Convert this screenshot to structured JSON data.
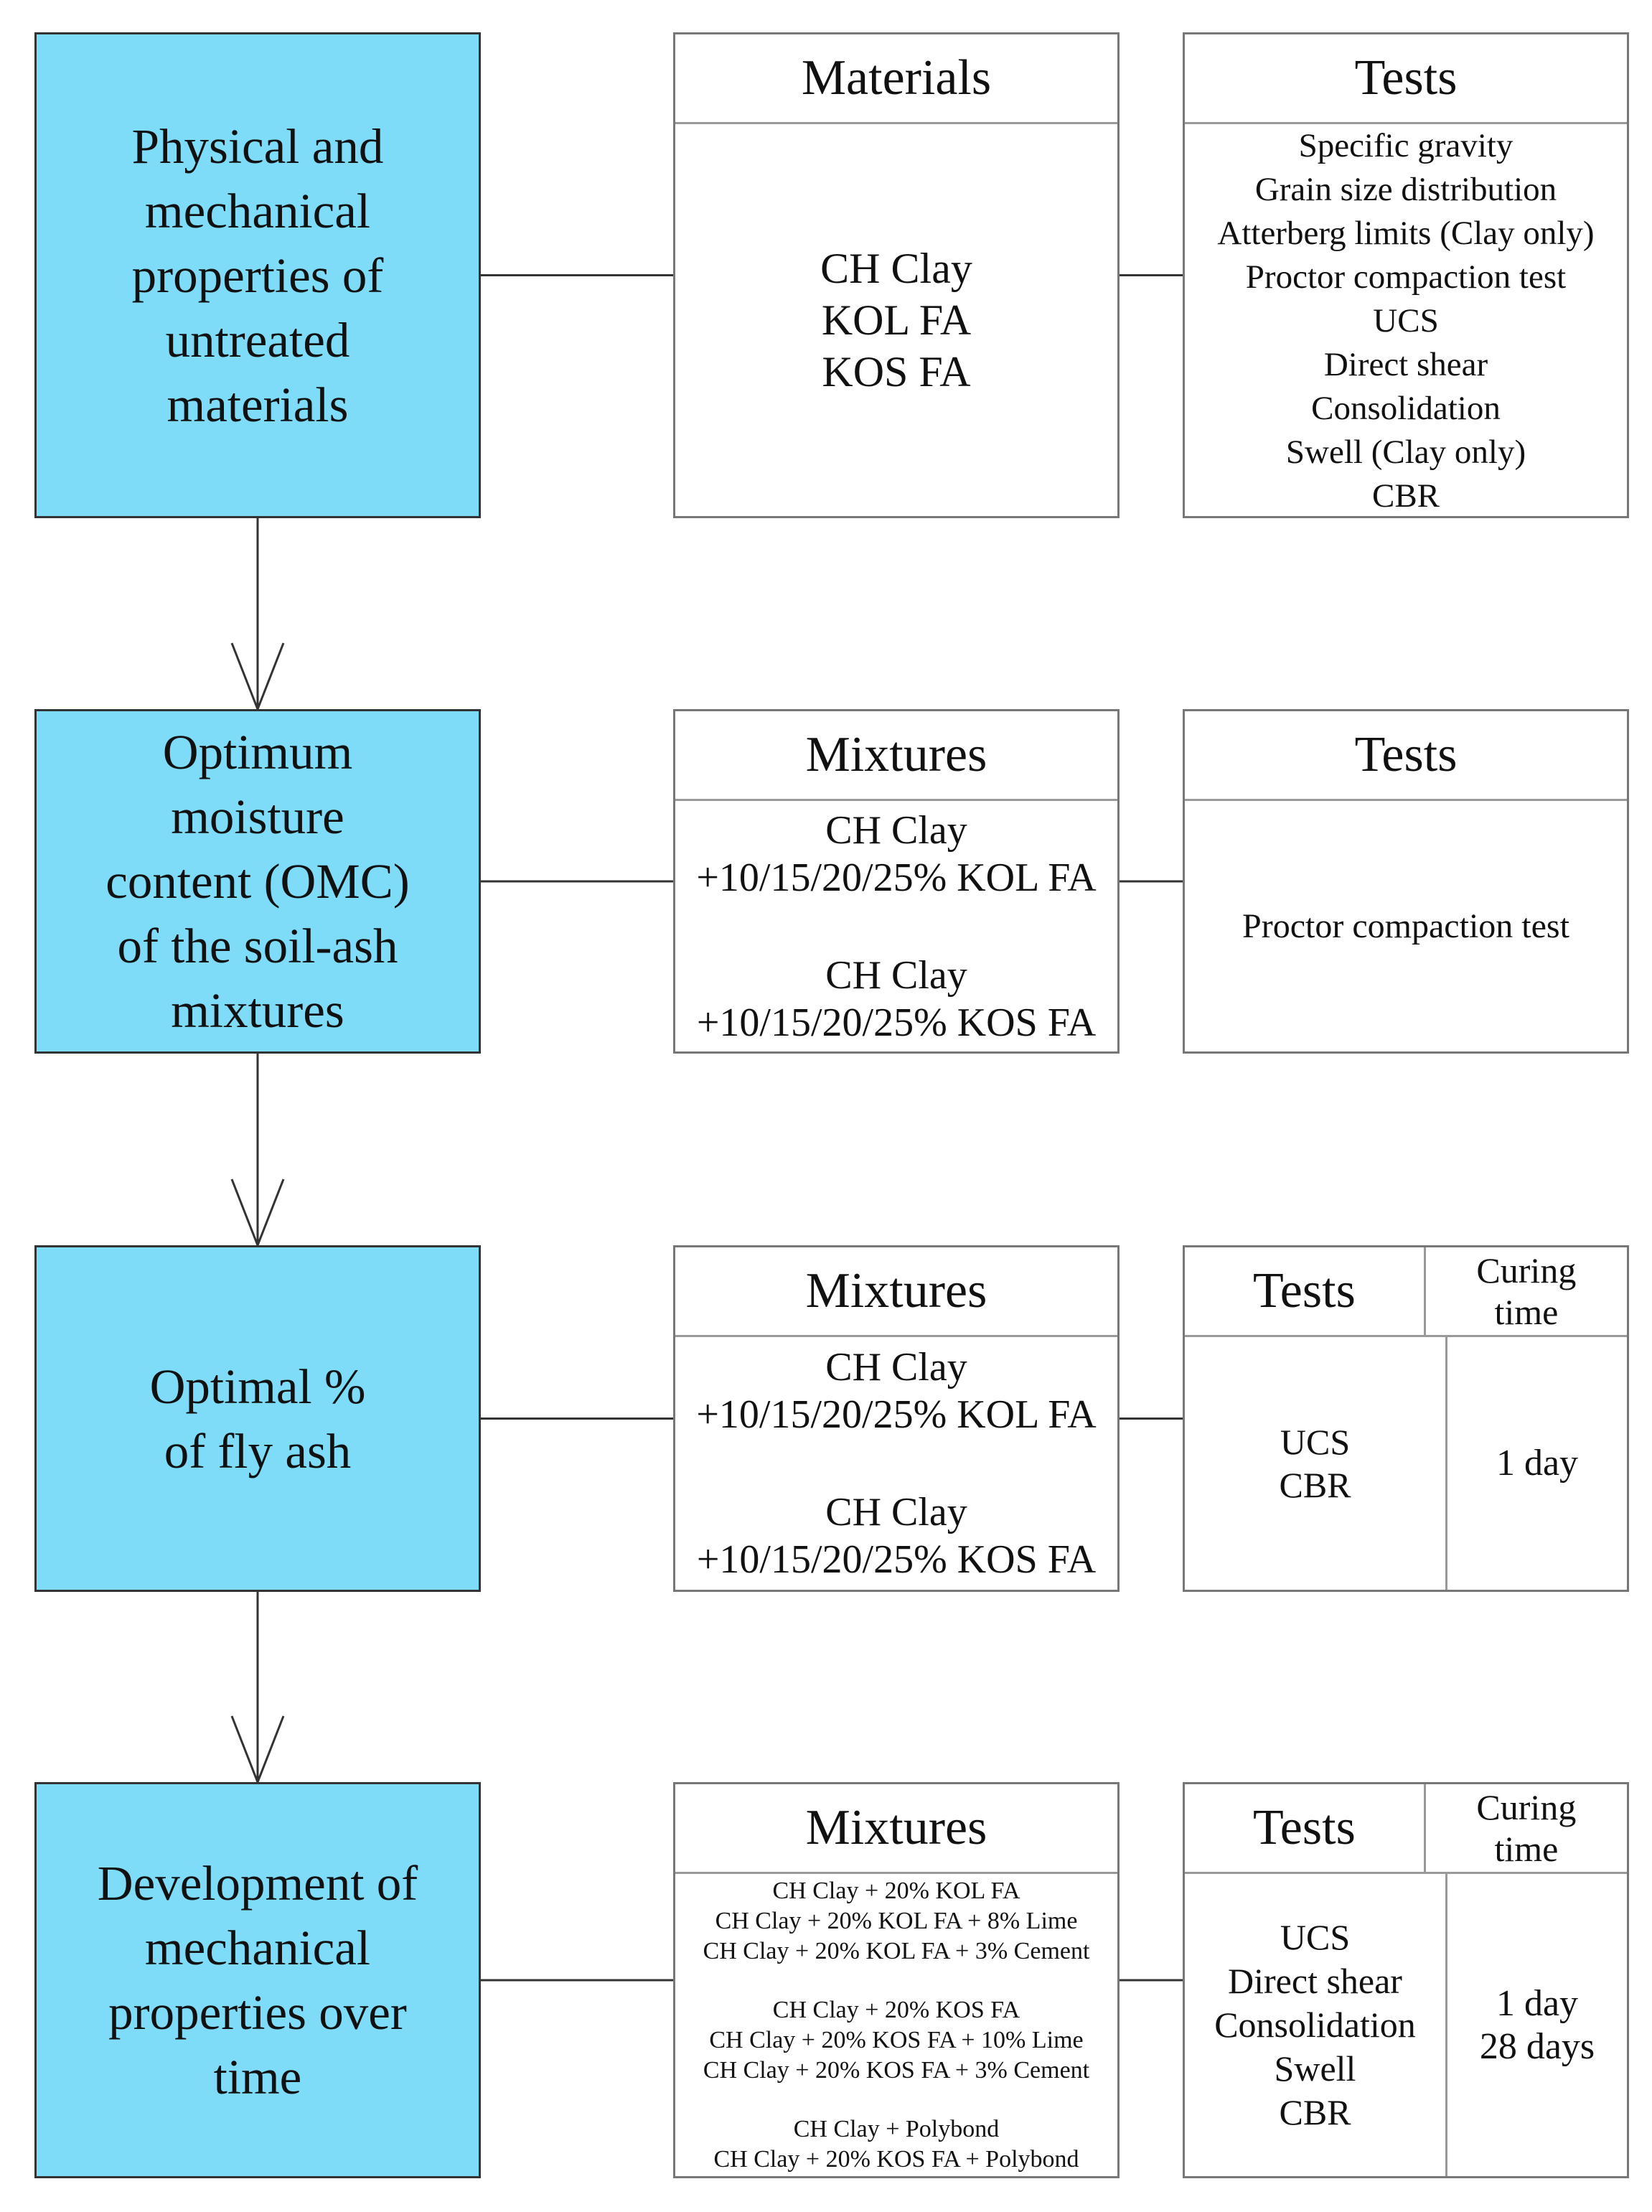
{
  "colors": {
    "stage_fill": "#7fdcf9",
    "stroke": "#333333",
    "panel_border": "#777777"
  },
  "stages": [
    {
      "title": "Physical and\nmechanical\nproperties of\nuntreated\nmaterials",
      "middle": {
        "header": "Materials",
        "groups": [
          [
            "CH Clay",
            "KOL FA",
            "KOS FA"
          ]
        ]
      },
      "right": {
        "header": "Tests",
        "lines": [
          "Specific gravity",
          "Grain size distribution",
          "Atterberg limits (Clay only)",
          "Proctor compaction test",
          "UCS",
          "Direct shear",
          "Consolidation",
          "Swell (Clay only)",
          "CBR"
        ]
      }
    },
    {
      "title": "Optimum\nmoisture\ncontent (OMC)\nof the soil-ash\nmixtures",
      "middle": {
        "header": "Mixtures",
        "groups": [
          [
            "CH Clay",
            "+10/15/20/25% KOL FA"
          ],
          [
            "CH Clay",
            "+10/15/20/25% KOS FA"
          ]
        ]
      },
      "right": {
        "header": "Tests",
        "lines": [
          "Proctor compaction test"
        ]
      }
    },
    {
      "title": "Optimal %\nof fly ash",
      "middle": {
        "header": "Mixtures",
        "groups": [
          [
            "CH Clay",
            "+10/15/20/25% KOL FA"
          ],
          [
            "CH Clay",
            "+10/15/20/25% KOS FA"
          ]
        ]
      },
      "right": {
        "header": "Tests",
        "lines": [
          "UCS",
          "CBR"
        ],
        "curing_header": "Curing time",
        "curing": [
          "1 day"
        ]
      }
    },
    {
      "title": "Development of\nmechanical\nproperties over\ntime",
      "middle": {
        "header": "Mixtures",
        "groups": [
          [
            "CH Clay + 20% KOL FA",
            "CH Clay + 20% KOL FA + 8% Lime",
            "CH Clay + 20% KOL FA + 3% Cement"
          ],
          [
            "CH Clay + 20% KOS FA",
            "CH Clay + 20% KOS FA + 10% Lime",
            "CH Clay + 20% KOS FA + 3% Cement"
          ],
          [
            "CH Clay + Polybond",
            "CH Clay + 20% KOS FA + Polybond"
          ]
        ]
      },
      "right": {
        "header": "Tests",
        "lines": [
          "UCS",
          "Direct shear",
          "Consolidation",
          "Swell",
          "CBR"
        ],
        "curing_header": "Curing time",
        "curing": [
          "1 day",
          "28 days"
        ]
      }
    }
  ]
}
